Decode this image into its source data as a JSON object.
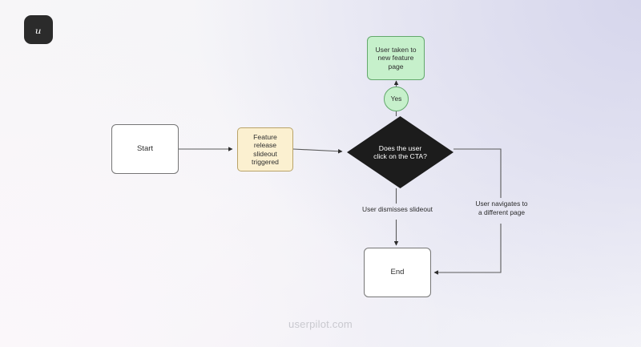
{
  "brand": {
    "logo_icon": "userpilot-logo-icon",
    "logo_glyph": "ᵤ",
    "watermark": "userpilot.com"
  },
  "colors": {
    "start_fill": "#ffffff",
    "start_border": "#767676",
    "feature_fill": "#fbf0d0",
    "feature_border": "#b9a368",
    "decision_fill": "#1c1c1c",
    "decision_text": "#ffffff",
    "success_fill": "#c6f0cb",
    "success_border": "#63a86c",
    "end_fill": "#ffffff",
    "end_border": "#767676",
    "edge_stroke": "#5a5a5a",
    "watermark_text": "#c9c9cf",
    "logo_bg": "#2b2b2b"
  },
  "flowchart": {
    "type": "flowchart",
    "nodes": [
      {
        "id": "start",
        "shape": "rounded-rect",
        "label": "Start"
      },
      {
        "id": "feature",
        "shape": "rounded-rect",
        "label": "Feature\nrelease\nslideout\ntriggered"
      },
      {
        "id": "decision",
        "shape": "diamond",
        "label": "Does the user\nclick on the CTA?"
      },
      {
        "id": "yes",
        "shape": "circle",
        "label": "Yes"
      },
      {
        "id": "feature_page",
        "shape": "rounded-rect",
        "label": "User taken to\nnew feature\npage"
      },
      {
        "id": "end",
        "shape": "rounded-rect",
        "label": "End"
      }
    ],
    "edges": [
      {
        "from": "start",
        "to": "feature",
        "label": ""
      },
      {
        "from": "feature",
        "to": "decision",
        "label": ""
      },
      {
        "from": "decision",
        "to": "yes",
        "label": ""
      },
      {
        "from": "yes",
        "to": "feature_page",
        "label": ""
      },
      {
        "from": "decision",
        "to": "end",
        "label": "User dismisses slideout"
      },
      {
        "from": "decision",
        "to": "end",
        "label": "User navigates to\na different page"
      }
    ]
  }
}
